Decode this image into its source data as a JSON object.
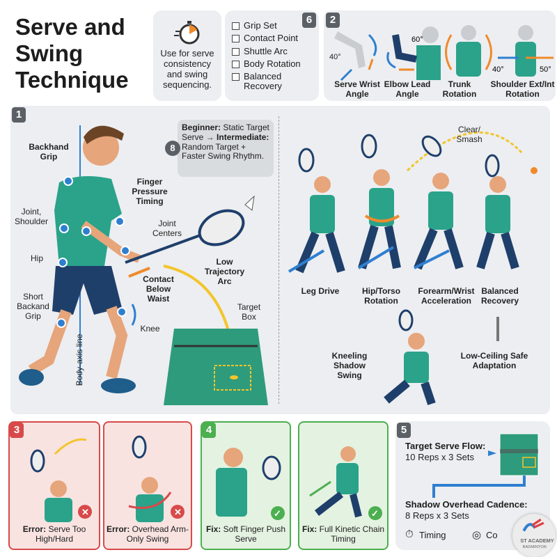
{
  "title": {
    "line1": "Serve and",
    "line2": "Swing",
    "line3": "Technique"
  },
  "usage_card": {
    "icon": "stopwatch-icon",
    "text": "Use for serve consistency and swing sequencing."
  },
  "checklist": {
    "badge": "6",
    "items": [
      "Grip Set",
      "Contact Point",
      "Shuttle Arc",
      "Body Rotation",
      "Balanced Recovery"
    ]
  },
  "angles": {
    "badge": "2",
    "items": [
      {
        "label": "Serve Wrist Angle",
        "values": [
          "40°"
        ]
      },
      {
        "label": "Elbow Lead Angle",
        "values": [
          "60°"
        ]
      },
      {
        "label": "Trunk Rotation",
        "values": []
      },
      {
        "label": "Shoulder Ext/Int Rotation",
        "values": [
          "40°",
          "50°"
        ]
      }
    ]
  },
  "panel1": {
    "badge": "1",
    "labels": {
      "backhand_grip": "Backhand Grip",
      "finger_pressure": "Finger Pressure Timing",
      "joint_shoulder": "Joint, Shoulder",
      "joint_centers": "Joint Centers",
      "hip": "Hip",
      "short_backhand": "Short Backand Grip",
      "body_axis": "Body-axis line",
      "contact": "Contact Below Waist",
      "knee": "Knee",
      "trajectory": "Low Trajectory Arc",
      "target": "Target Box"
    },
    "progression": {
      "badge": "8",
      "beginner_label": "Beginner:",
      "beginner_text": "Static Target Serve →",
      "intermediate_label": "Intermediate:",
      "intermediate_text": "Random Target + Faster Swing Rhythm."
    },
    "sequence": {
      "clear": "Clear/ Smash",
      "steps": [
        "Leg Drive",
        "Hip/Torso Rotation",
        "Forearm/Wrist Acceleration",
        "Balanced Recovery"
      ],
      "kneeling": "Kneeling Shadow Swing",
      "low_ceiling": "Low-Ceiling Safe Adaptation"
    }
  },
  "errors": {
    "badge": "3",
    "items": [
      {
        "label": "Error:",
        "text": "Serve Too High/Hard"
      },
      {
        "label": "Error:",
        "text": "Overhead Arm-Only Swing"
      }
    ]
  },
  "fixes": {
    "badge": "4",
    "items": [
      {
        "label": "Fix:",
        "text": "Soft Finger Push Serve"
      },
      {
        "label": "Fix:",
        "text": "Full Kinetic Chain Timing"
      }
    ]
  },
  "drills": {
    "badge": "5",
    "d1_title": "Target Serve Flow:",
    "d1_reps": "10 Reps x 3 Sets",
    "d2_title": "Shadow Overhead Cadence:",
    "d2_reps": "8 Reps x 3 Sets",
    "timing": "Timing",
    "control": "Co"
  },
  "logo": {
    "text": "ST ACADEMY BADMINTON"
  },
  "colors": {
    "teal": "#2aa38a",
    "navy": "#1f3f6b",
    "blue": "#2f7fd0",
    "orange": "#f08a2a",
    "yellow": "#f3c52b",
    "error": "#d84a4a",
    "fix": "#4caf50",
    "court": "#2e9b7c"
  }
}
